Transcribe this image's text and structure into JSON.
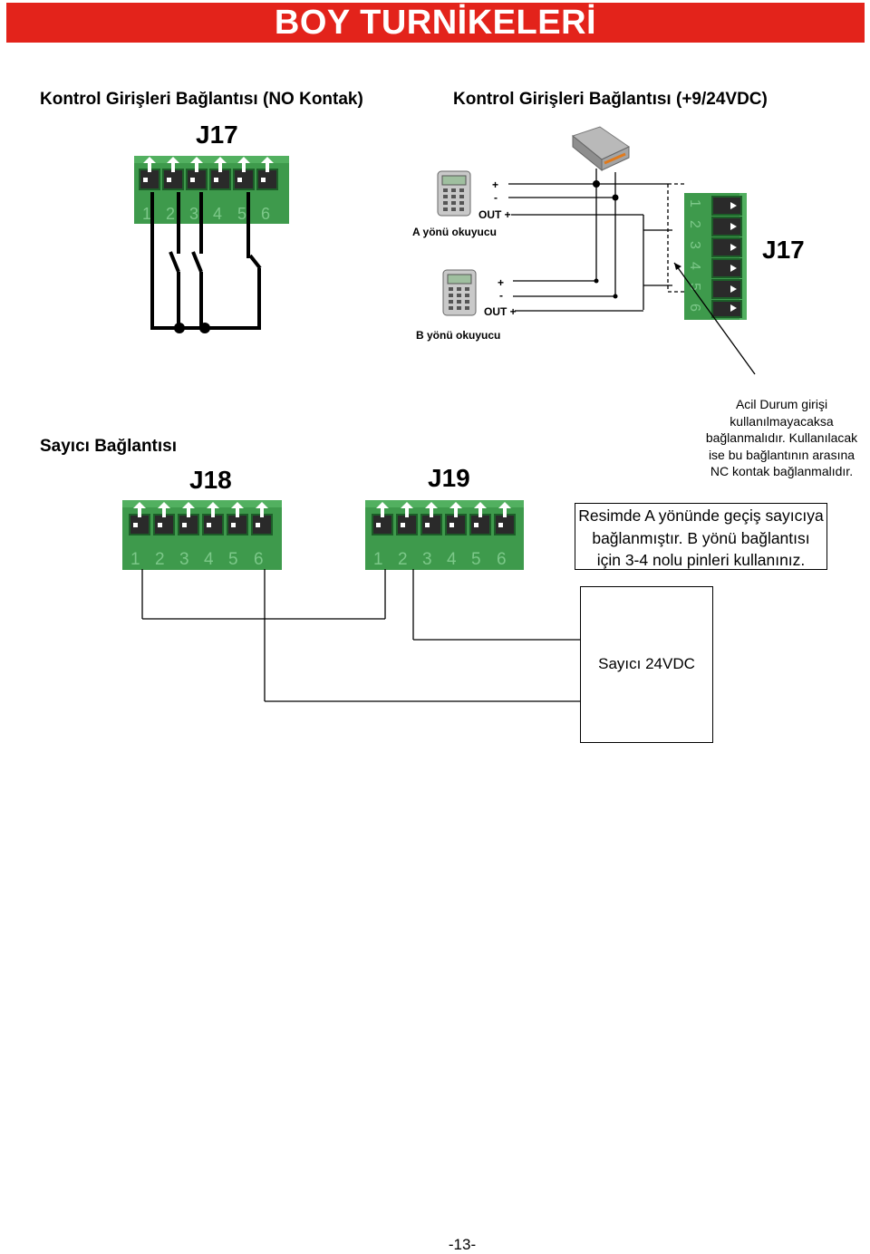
{
  "header": {
    "title": "BOY TURNİKELERİ",
    "color": "#e3231b"
  },
  "section_no_contact": {
    "title": "Kontrol Girişleri Bağlantısı (NO Kontak)",
    "connector": "J17"
  },
  "section_dc": {
    "title": "Kontrol Girişleri Bağlantısı (+9/24VDC)",
    "connector": "J17",
    "reader_a": {
      "label": "A yönü okuyucu",
      "terminals": [
        "+",
        "-",
        "OUT +"
      ]
    },
    "reader_b": {
      "label": "B yönü okuyucu",
      "terminals": [
        "+",
        "-",
        "OUT +"
      ]
    }
  },
  "emergency_note": [
    "Acil Durum girişi",
    "kullanılmayacaksa",
    "bağlanmalıdır. Kullanılacak",
    "ise bu bağlantının arasına",
    "NC kontak bağlanmalıdır."
  ],
  "section_counter": {
    "title": "Sayıcı Bağlantısı",
    "connector_1": "J18",
    "connector_2": "J19",
    "info": [
      "Resimde A yönünde geçiş sayıcıya",
      "bağlanmıştır. B yönü bağlantısı",
      "için 3-4 nolu pinleri kullanınız."
    ],
    "counter_label": "Sayıcı 24VDC"
  },
  "pin_numbers": [
    "1",
    "2",
    "3",
    "4",
    "5",
    "6"
  ],
  "connector_color": "#3e9a4c",
  "page_number": "-13-"
}
